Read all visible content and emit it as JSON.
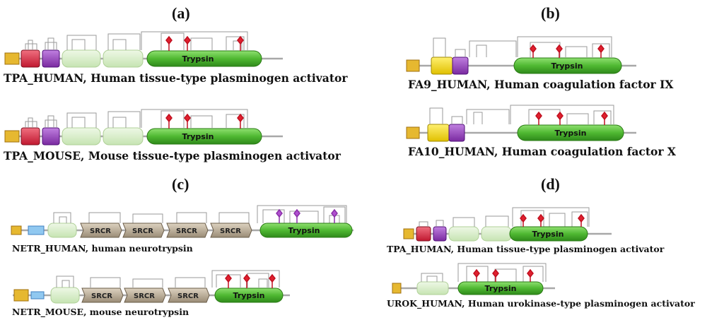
{
  "panels": {
    "a": {
      "label": "(a)",
      "tracks": [
        {
          "caption": "TPA_HUMAN, Human tissue-type plasminogen activator",
          "domain_label": "Trypsin"
        },
        {
          "caption": "TPA_MOUSE, Mouse tissue-type plasminogen activator",
          "domain_label": "Trypsin"
        }
      ]
    },
    "b": {
      "label": "(b)",
      "tracks": [
        {
          "caption": "FA9_HUMAN, Human coagulation factor IX",
          "domain_label": "Trypsin"
        },
        {
          "caption": "FA10_HUMAN, Human coagulation factor X",
          "domain_label": "Trypsin"
        }
      ]
    },
    "c": {
      "label": "(c)",
      "srcr_label": "SRCR",
      "tracks": [
        {
          "caption": "NETR_HUMAN, human neurotrypsin",
          "domain_label": "Trypsin"
        },
        {
          "caption": "NETR_MOUSE, mouse neurotrypsin",
          "domain_label": "Trypsin"
        }
      ]
    },
    "d": {
      "label": "(d)",
      "tracks": [
        {
          "caption": "TPA_HUMAN, Human tissue-type plasminogen activator",
          "domain_label": "Trypsin"
        },
        {
          "caption": "UROK_HUMAN, Human urokinase-type plasminogen activator",
          "domain_label": "Trypsin"
        }
      ]
    }
  },
  "colors": {
    "trypsin": "#4fb832",
    "kringle": "#d8eecb",
    "fn1": "#d8203b",
    "egf": "#8e3fb0",
    "gla": "#f0d000",
    "signal": "#e0b020",
    "srcr": "#b7aa94",
    "site_red": "#e0202e",
    "site_purple": "#b050d0",
    "line": "#a8a8a8",
    "bridge": "#9a9a9a"
  }
}
